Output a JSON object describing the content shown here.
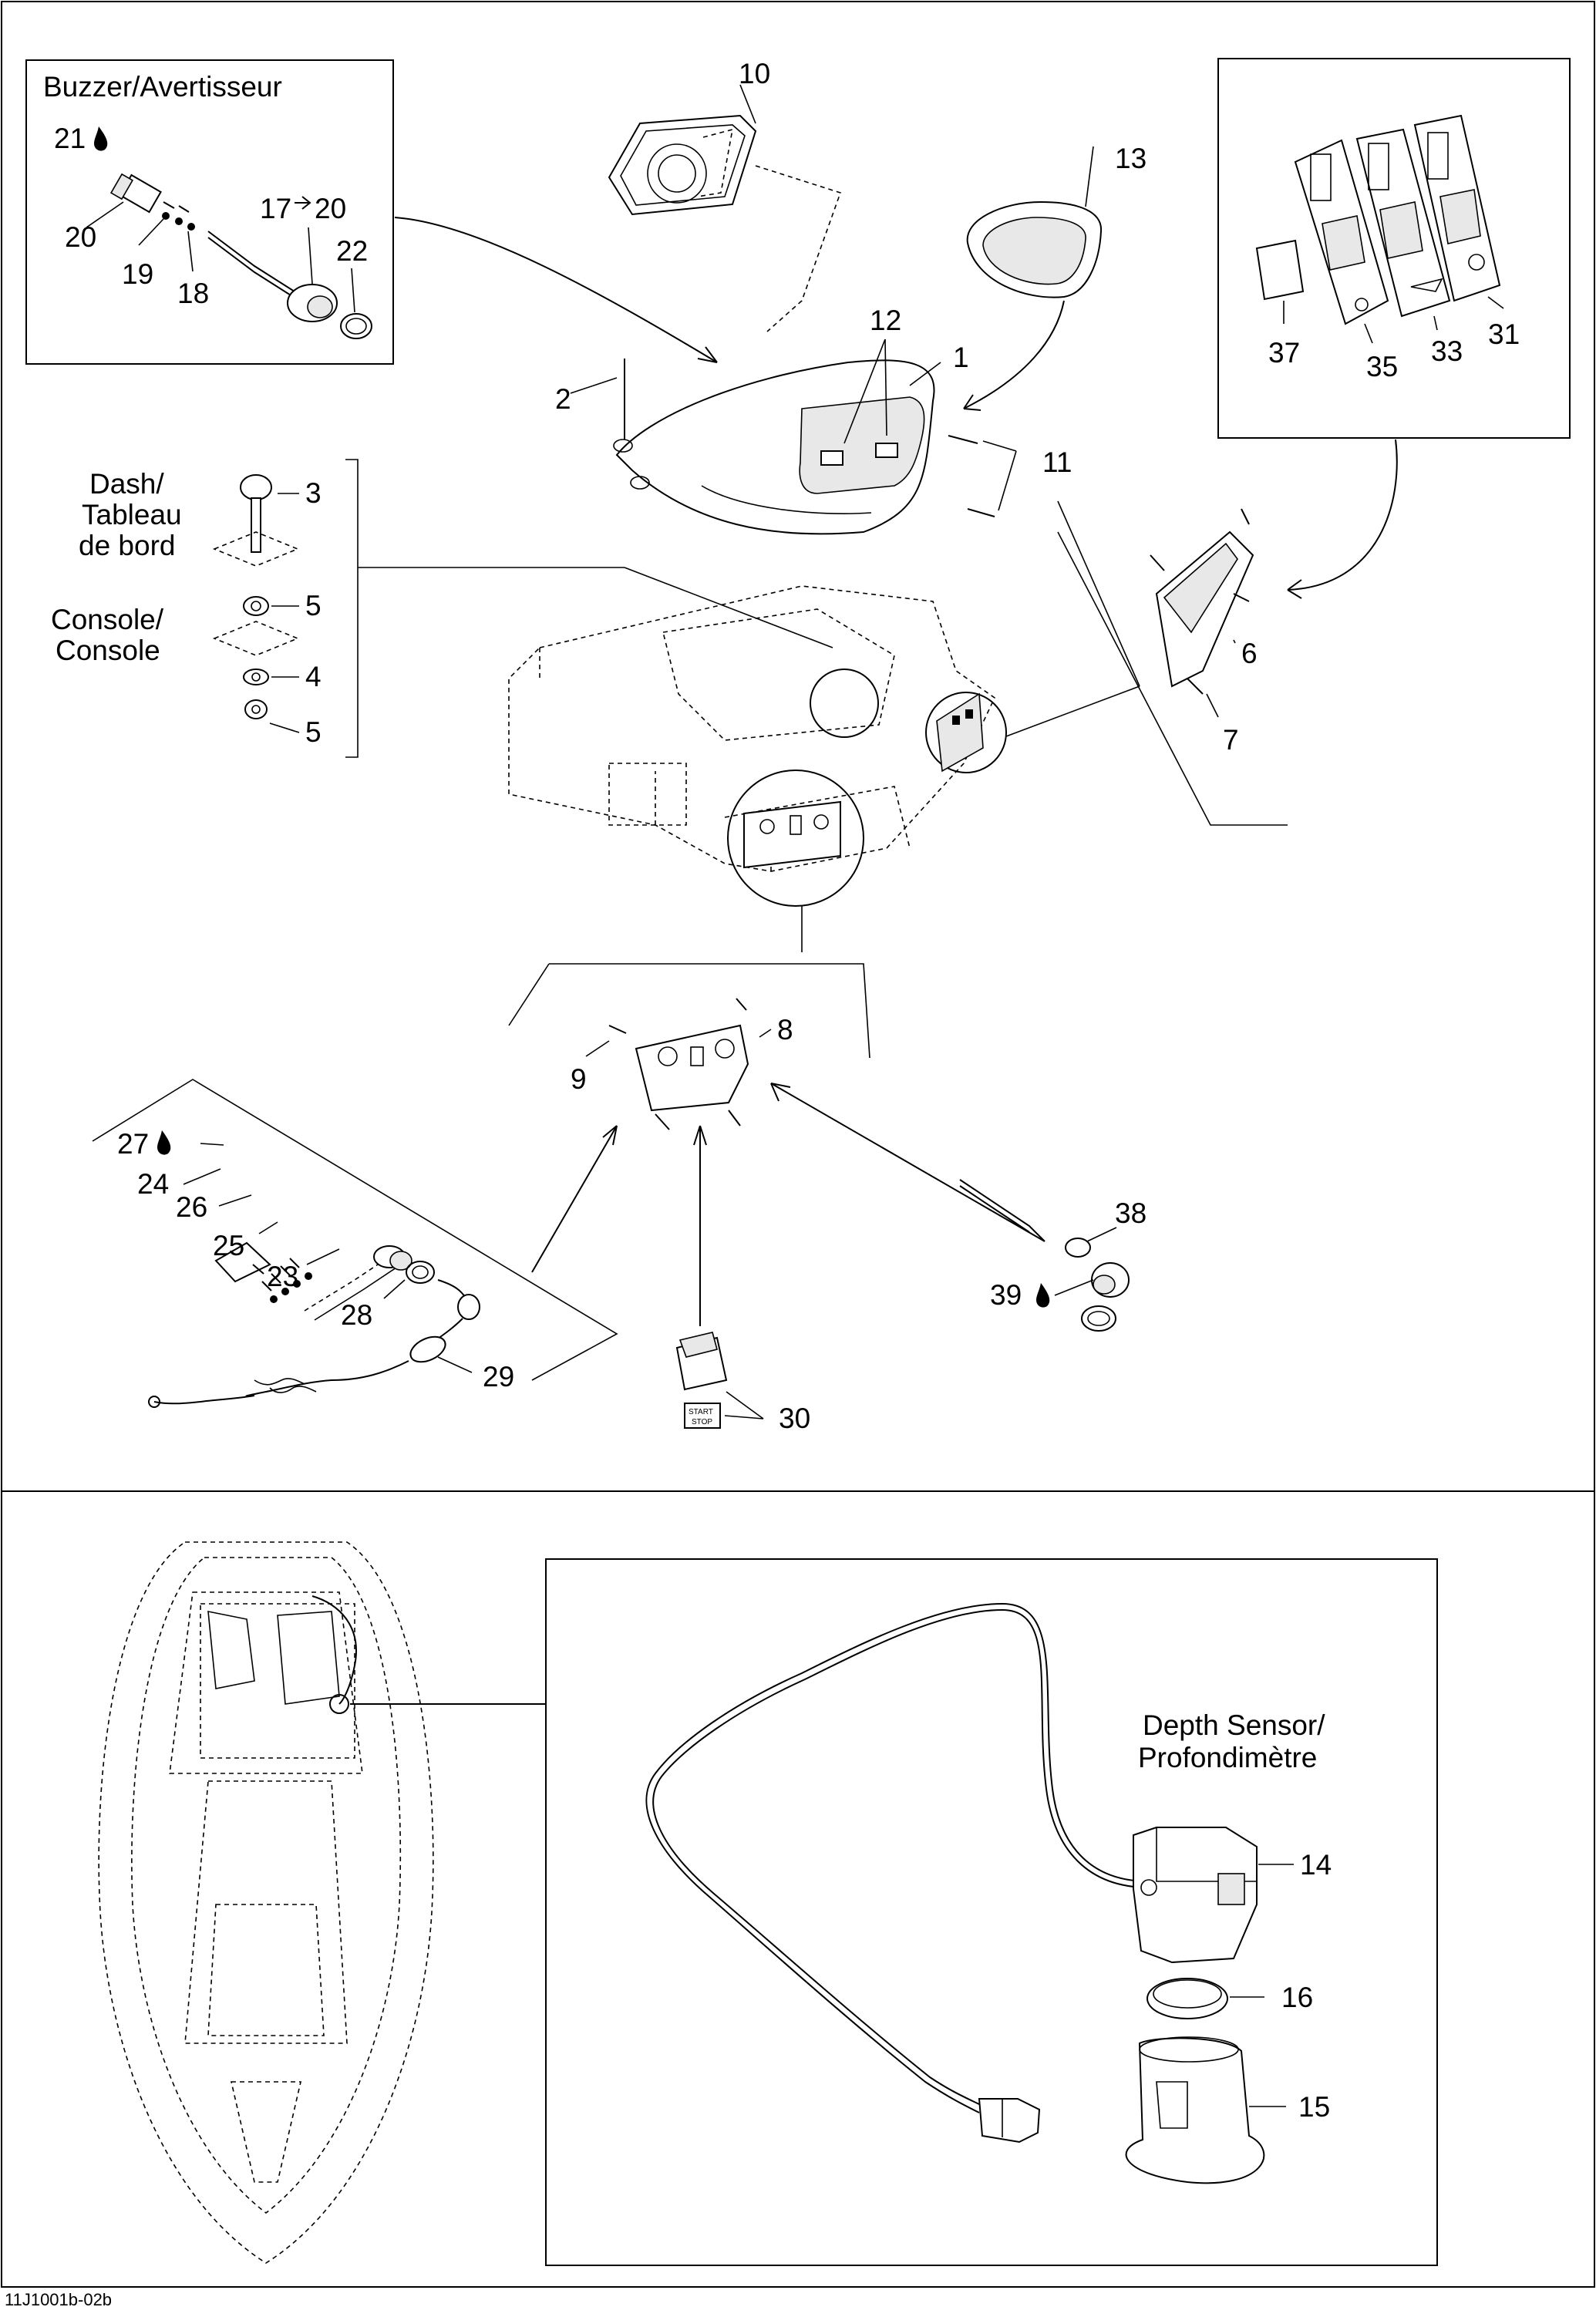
{
  "callouts": {
    "c1": "1",
    "c2": "2",
    "c3": "3",
    "c4": "4",
    "c5a": "5",
    "c5b": "5",
    "c6": "6",
    "c7": "7",
    "c8": "8",
    "c9": "9",
    "c10": "10",
    "c11": "11",
    "c12": "12",
    "c13": "13",
    "c14": "14",
    "c15": "15",
    "c16": "16",
    "c17": "17",
    "c17to": "20",
    "c18": "18",
    "c19": "19",
    "c20": "20",
    "c21": "21",
    "c22": "22",
    "c23": "23",
    "c24": "24",
    "c25": "25",
    "c26": "26",
    "c27": "27",
    "c28": "28",
    "c29": "29",
    "c30": "30",
    "c31": "31",
    "c33": "33",
    "c35": "35",
    "c37": "37",
    "c38": "38",
    "c39": "39"
  },
  "labels": {
    "buzzer": "Buzzer/Avertisseur",
    "dash_line1": "Dash/",
    "dash_line2": "Tableau",
    "dash_line3": "de bord",
    "console_line1": "Console/",
    "console_line2": "Console",
    "depth_line1": "Depth Sensor/",
    "depth_line2": "Profondimètre",
    "switch_text_1": "START",
    "switch_text_2": "STOP"
  },
  "diagram_code": "11J1001b-02b",
  "icons": [
    "drop-icon",
    "arrow-right-icon"
  ]
}
